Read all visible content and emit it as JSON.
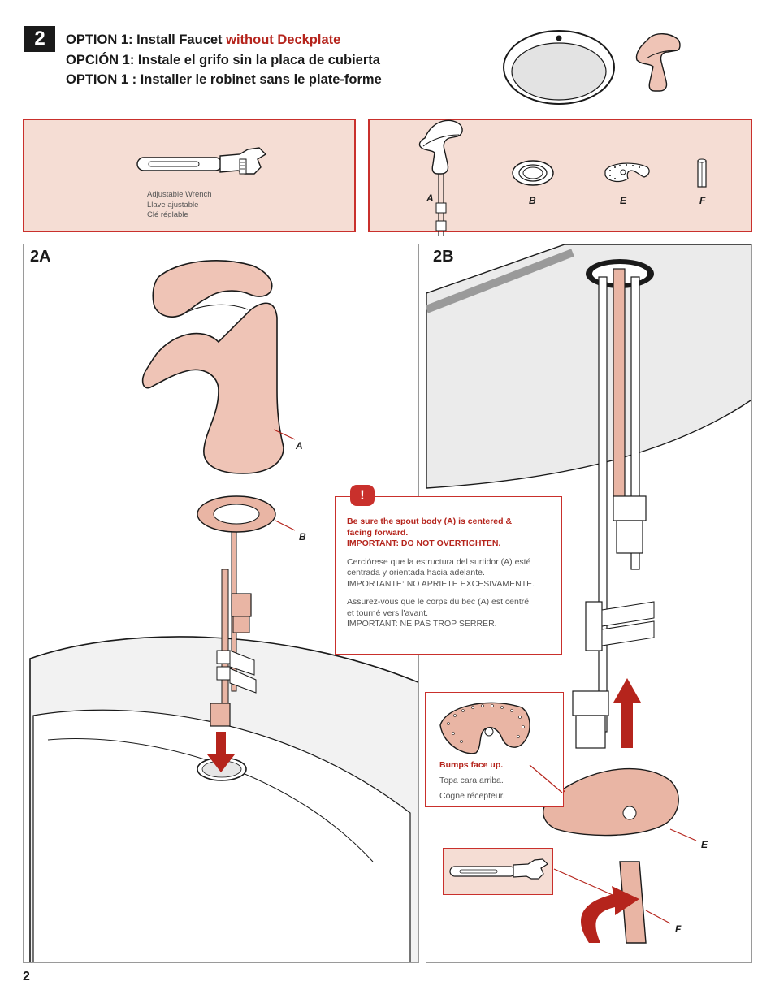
{
  "header": {
    "step_number": "2",
    "line1_prefix": "OPTION 1:  Install Faucet ",
    "line1_link": "without Deckplate",
    "line2": "OPCIÓN 1: Instale el grifo sin la placa de cubierta",
    "line3": "OPTION 1 : Installer le robinet sans le plate-forme"
  },
  "tools_panel": {
    "tool_en": "Adjustable Wrench",
    "tool_es": "Llave ajustable",
    "tool_fr": "Clé réglable",
    "icon": "adjustable-wrench-icon"
  },
  "parts_panel": {
    "parts": [
      {
        "letter": "A",
        "icon": "faucet-icon"
      },
      {
        "letter": "B",
        "icon": "gasket-ring-icon"
      },
      {
        "letter": "E",
        "icon": "locknut-plate-icon"
      },
      {
        "letter": "F",
        "icon": "nut-driver-icon"
      }
    ]
  },
  "panel_2a": {
    "label": "2A",
    "callout_a": "A",
    "callout_b": "B"
  },
  "panel_2b": {
    "label": "2B",
    "callout_e": "E",
    "callout_f": "F"
  },
  "warning": {
    "icon_text": "!",
    "en_line1": "Be sure the spout body (A) is centered &",
    "en_line2": "facing forward.",
    "en_line3": "IMPORTANT: DO NOT OVERTIGHTEN.",
    "es_line1": "Cerciórese que la estructura del surtidor (A) esté",
    "es_line2": "centrada y orientada hacia adelante.",
    "es_line3": "IMPORTANTE: NO APRIETE EXCESIVAMENTE.",
    "fr_line1": "Assurez-vous que le corps du bec (A) est centré",
    "fr_line2": "et tourné vers l'avant.",
    "fr_line3": "IMPORTANT: NE PAS TROP SERRER."
  },
  "bumps_note": {
    "en": "Bumps face up.",
    "es": "Topa cara arriba.",
    "fr": "Cogne récepteur."
  },
  "colors": {
    "accent_red": "#c9302c",
    "panel_fill": "#f5ddd4",
    "copper": "#e9b5a4",
    "copper_dark": "#c96f56"
  },
  "page_number": "2"
}
